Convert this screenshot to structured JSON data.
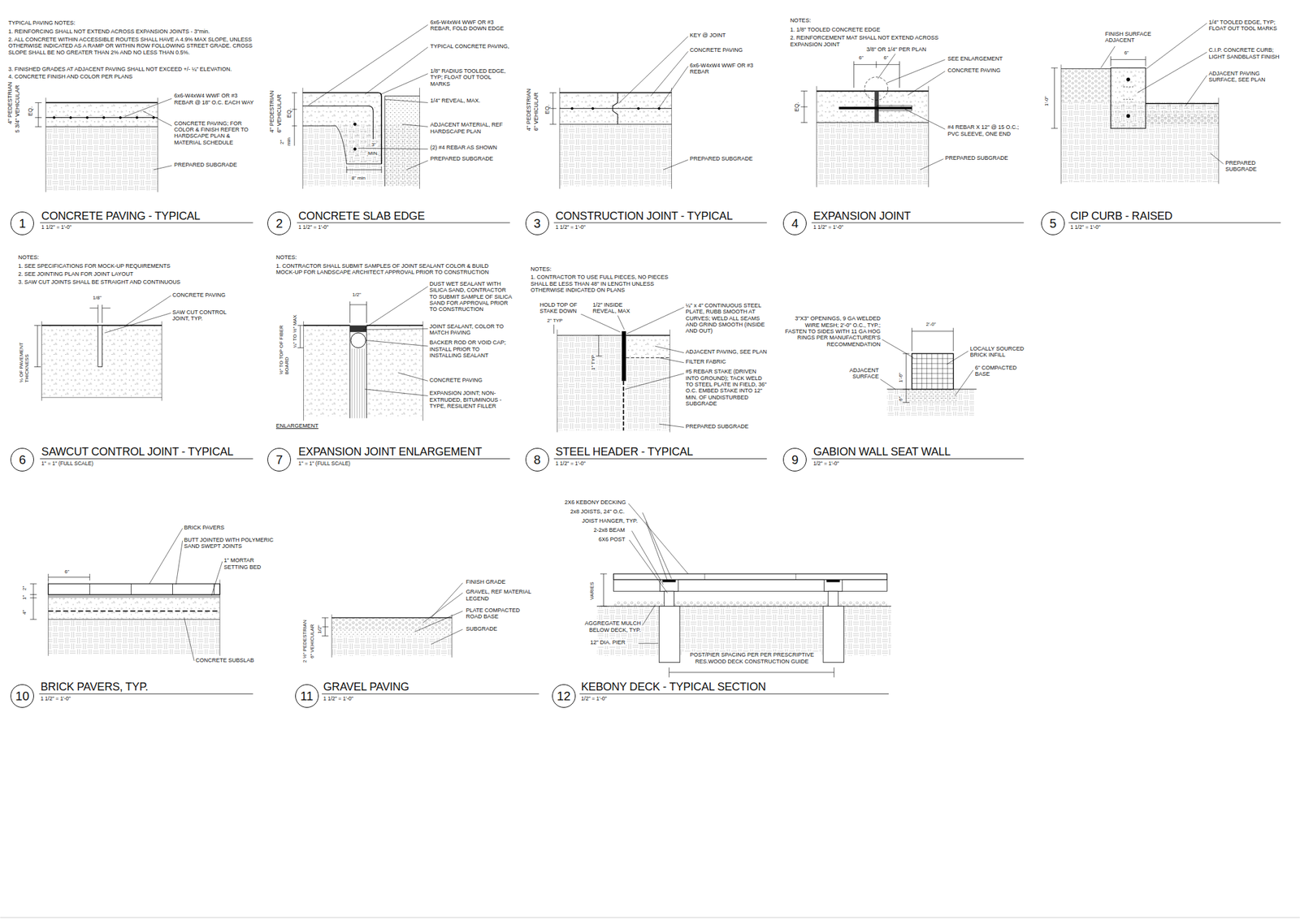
{
  "diagram": {
    "nodes": [
      {
        "text": [
          "1"
        ]
      },
      {
        "text": [
          "2"
        ]
      },
      {
        "text": [
          "3"
        ]
      },
      {
        "text": [
          "4"
        ]
      },
      {
        "text": [
          "5"
        ]
      },
      {
        "text": [
          "6"
        ]
      },
      {
        "text": [
          "7"
        ]
      },
      {
        "text": [
          "8"
        ]
      },
      {
        "text": [
          "9"
        ]
      },
      {
        "text": [
          "10"
        ]
      },
      {
        "text": [
          "11"
        ]
      },
      {
        "text": [
          "12"
        ]
      }
    ],
    "labels": [
      "TYPICAL PAVING NOTES:",
      "1. REINFORCING SHALL NOT EXTEND ACROSS EXPANSION JOINTS - 3\"min.",
      "2. ALL CONCRETE WITHIN ACCESSIBLE ROUTES SHALL HAVE A 4.9% MAX SLOPE, UNLESS OTHERWISE INDICATED AS A RAMP OR WITHIN ROW FOLLOWING STREET GRADE. CROSS SLOPE SHALL BE NO GREATER THAN 2% AND NO LESS THAN 0.5%.",
      "3. FINISHED GRADES AT ADJACENT PAVING SHALL NOT EXCEED +/- ¼\" ELEVATION.",
      "4. CONCRETE FINISH AND COLOR PER PLANS",
      "6x6-W4xW4 WWF OR #3 REBAR @ 18\" O.C. EACH WAY",
      "CONCRETE PAVING; FOR COLOR & FINISH REFER TO HARDSCAPE PLAN & MATERIAL SCHEDULE",
      "PREPARED SUBGRADE",
      "4\" PEDESTRIAN",
      "5 3/4\" VEHICULAR",
      "EQ.",
      "CONCRETE PAVING - TYPICAL",
      "1 1/2\" = 1'-0\"",
      "6x6-W4xW4 WWF OR #3 REBAR, FOLD DOWN EDGE",
      "TYPICAL CONCRETE PAVING,",
      "1/8\" RADIUS TOOLED EDGE, TYP; FLOAT OUT TOOL MARKS",
      "1/4\" REVEAL, MAX.",
      "ADJACENT MATERIAL, REF HARDSCAPE PLAN",
      "(2) #4 REBAR AS SHOWN",
      "PREPARED SUBGRADE",
      "4\" PEDESTRIAN",
      "6\" VEHICULAR",
      "EQ.",
      "2\"",
      "min",
      "3\"",
      "MIN.",
      "8\" min",
      "CONCRETE SLAB EDGE",
      "1 1/2\" = 1'-0\"",
      "KEY @ JOINT",
      "CONCRETE PAVING",
      "6x6-W4xW4 WWF OR #3 REBAR",
      "PREPARED SUBGRADE",
      "4\" PEDESTRIAN",
      "6\" VEHICULAR",
      "EQ.",
      "CONSTRUCTION JOINT - TYPICAL",
      "1 1/2\" = 1'-0\"",
      "NOTES:",
      "1. 1/8\" TOOLED CONCRETE EDGE",
      "2. REINFORCEMENT MAT SHALL NOT EXTEND ACROSS EXPANSION JOINT",
      "6\"",
      "6\"",
      "3/8\" OR 1/4\" PER PLAN",
      "SEE ENLARGEMENT",
      "CONCRETE PAVING",
      "#4 REBAR X 12\" @ 15 O.C.; PVC SLEEVE, ONE END",
      "PREPARED SUBGRADE",
      "EQ.",
      "EXPANSION JOINT",
      "1 1/2\" = 1'-0\"",
      "FINISH SURFACE ADJACENT",
      "1/4\" TOOLED EDGE, TYP; FLOAT OUT TOOL MARKS",
      "6\"",
      "C.I.P. CONCRETE CURB; LIGHT SANDBLAST FINISH",
      "ADJACENT PAVING SURFACE, SEE PLAN",
      "PREPARED SUBGRADE",
      "1'-0\"",
      "CIP CURB - RAISED",
      "1 1/2\" = 1'-0\"",
      "NOTES:",
      "1. SEE SPECIFICATIONS FOR MOCK-UP REQUIREMENTS",
      "2. SEE JOINTING PLAN FOR JOINT LAYOUT",
      "3. SAW CUT JOINTS SHALL BE STRAIGHT AND CONTINUOUS",
      "1/8\"",
      "CONCRETE PAVING",
      "SAW CUT CONTROL JOINT, TYP.",
      "⅓ OF PAVEMENT THICKNESS",
      "SAWCUT CONTROL JOINT - TYPICAL",
      "1\" = 1\" (FULL SCALE)",
      "NOTES:",
      "1. CONTRACTOR SHALL SUBMIT SAMPLES OF JOINT SEALANT COLOR & BUILD MOCK-UP FOR LANDSCAPE ARCHITECT APPROVAL PRIOR TO CONSTRUCTION",
      "1/2\"",
      "DUST WET SEALANT WITH SILICA SAND, CONTRACTOR TO SUBMIT SAMPLE OF SILICA SAND FOR APPROVAL PRIOR TO CONSTRUCTION",
      "JOINT SEALANT, COLOR TO MATCH PAVING",
      "BACKER ROD OR VOID CAP; INSTALL PRIOR TO INSTALLING SEALANT",
      "CONCRETE PAVING",
      "EXPANSION JOINT; NON-EXTRUDED, BITUMINOUS -TYPE, RESILIENT FILLER",
      "¼\" TO ½\" MAX",
      "½\" TO TOP OF FIBER BOARD",
      "ENLARGEMENT",
      "EXPANSION JOINT ENLARGEMENT",
      "1\" = 1\" (FULL SCALE)",
      "NOTES:",
      "1. CONTRACTOR TO USE FULL PIECES, NO PIECES SHALL BE LESS THAN 48\" IN LENGTH UNLESS OTHERWISE INDICATED ON PLANS",
      "HOLD TOP OF STAKE DOWN",
      "2\" TYP",
      "1/2\" INSIDE REVEAL, MAX",
      "¼\" x 4\" CONTINUOUS STEEL PLATE, RUBB SMOOTH AT CURVES; WELD ALL SEAMS AND GRIND SMOOTH (INSIDE AND OUT)",
      "ADJACENT PAVING, SEE PLAN",
      "FILTER FABRIC",
      "#5 REBAR STAKE (DRIVEN INTO GROUND); TACK WELD TO STEEL PLATE IN FIELD, 36\" O.C. EMBED STAKE INTO 12\" MIN. OF UNDISTURBED SUBGRADE",
      "PREPARED SUBGRADE",
      "1\" TYP",
      "STEEL HEADER - TYPICAL",
      "1 1/2\" = 1'-0\"",
      "3\"X3\" OPENINGS, 9 GA WELDED WIRE MESH; 2'-0\" O.C., TYP.; FASTEN TO SIDES WITH 11 GA HOG RINGS PER MANUFACTURER'S RECOMMENDATION",
      "2'-0\"",
      "LOCALLY SOURCED BRICK INFILL",
      "6\" COMPACTED BASE",
      "ADJACENT SURFACE",
      "1'-6\"",
      "6\"",
      "GABION WALL SEAT WALL",
      "1/2\" = 1'-0\"",
      "BRICK PAVERS",
      "BUTT JOINTED WITH POLYMERIC SAND SWEPT JOINTS",
      "1\" MORTAR SETTING BED",
      "6\"",
      "1\"",
      "2\"",
      "4\"",
      "CONCRETE SUBSLAB",
      "BRICK PAVERS, TYP.",
      "1 1/2\" = 1'-0\"",
      "FINISH GRADE",
      "GRAVEL, REF MATERIAL LEGEND",
      "PLATE COMPACTED ROAD BASE",
      "SUBGRADE",
      "2 ½\" PEDESTRIAN",
      "6\" VEHICULAR",
      "1/2\"",
      "GRAVEL PAVING",
      "1 1/2\" = 1'-0\"",
      "2X6 KEBONY DECKING",
      "2x8 JOISTS, 24\" O.C.",
      "JOIST HANGER, TYP.",
      "2-2x8 BEAM",
      "6X6 POST",
      "VARIES",
      "AGGREGATE MULCH BELOW DECK, TYP.",
      "12\" DIA. PIER",
      "POST/PIER SPACING PER PER PRESCRIPTIVE RES.WOOD DECK CONSTRUCTION GUIDE",
      "KEBONY DECK - TYPICAL SECTION",
      "1/2\" = 1'-0\""
    ]
  }
}
